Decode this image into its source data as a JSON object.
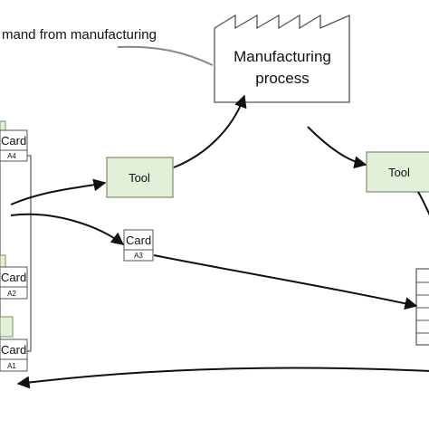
{
  "header_text": "mand from manufacturing",
  "factory": {
    "line1": "Manufacturing",
    "line2": "process"
  },
  "tools": [
    "Tool",
    "Tool"
  ],
  "cards": [
    {
      "label": "Card",
      "code": "A4"
    },
    {
      "label": "Card",
      "code": "A3"
    },
    {
      "label": "Card",
      "code": "A2"
    },
    {
      "label": "Card",
      "code": "A1"
    }
  ],
  "colors": {
    "tool_fill": "#e2efd9",
    "tool_stroke": "#7f8c6a",
    "line": "#111111",
    "demand_line": "#888888",
    "box_stroke": "#555555"
  }
}
